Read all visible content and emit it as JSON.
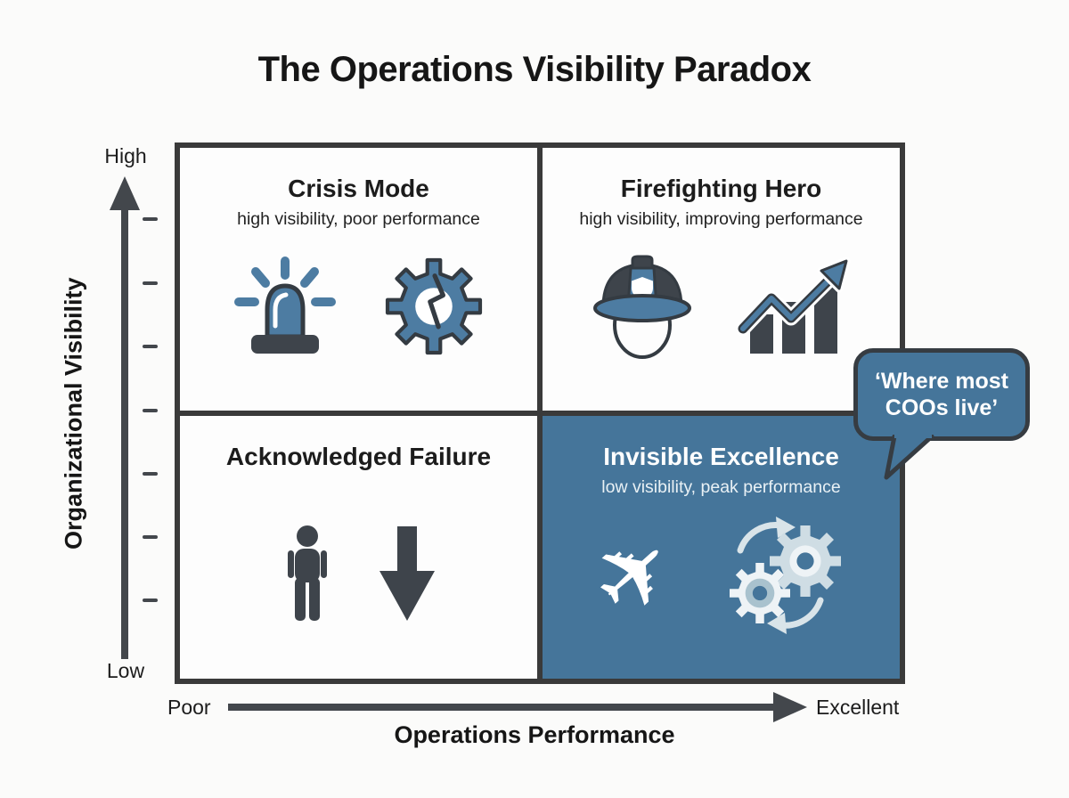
{
  "title": "The Operations Visibility Paradox",
  "y_axis": {
    "label": "Organizational Visibility",
    "high": "High",
    "low": "Low"
  },
  "x_axis": {
    "label": "Operations Performance",
    "left": "Poor",
    "right": "Excellent"
  },
  "quadrants": {
    "crisis_mode": {
      "title": "Crisis Mode",
      "subtitle": "high visibility, poor performance",
      "icons": [
        "siren-icon",
        "broken-gear-icon"
      ]
    },
    "firefighting_hero": {
      "title": "Firefighting Hero",
      "subtitle": "high visibility, improving performance",
      "icons": [
        "firefighter-helmet-icon",
        "growth-chart-arrow-icon"
      ]
    },
    "acknowledged_failure": {
      "title": "Acknowledged Failure",
      "subtitle": "",
      "icons": [
        "person-icon",
        "down-arrow-icon"
      ]
    },
    "invisible_excellence": {
      "title": "Invisible Excellence",
      "subtitle": "low visibility, peak performance",
      "icons": [
        "stealth-jet-icon",
        "interlocking-gears-icon"
      ],
      "highlighted": true
    }
  },
  "callout": {
    "text": "‘Where most COOs live’"
  },
  "colors": {
    "accent_teal": "#45759a",
    "icon_teal": "#4d7ca2",
    "dark_gray": "#3e444b",
    "border_dark": "#3a3a3a",
    "background": "#fbfbfa"
  }
}
